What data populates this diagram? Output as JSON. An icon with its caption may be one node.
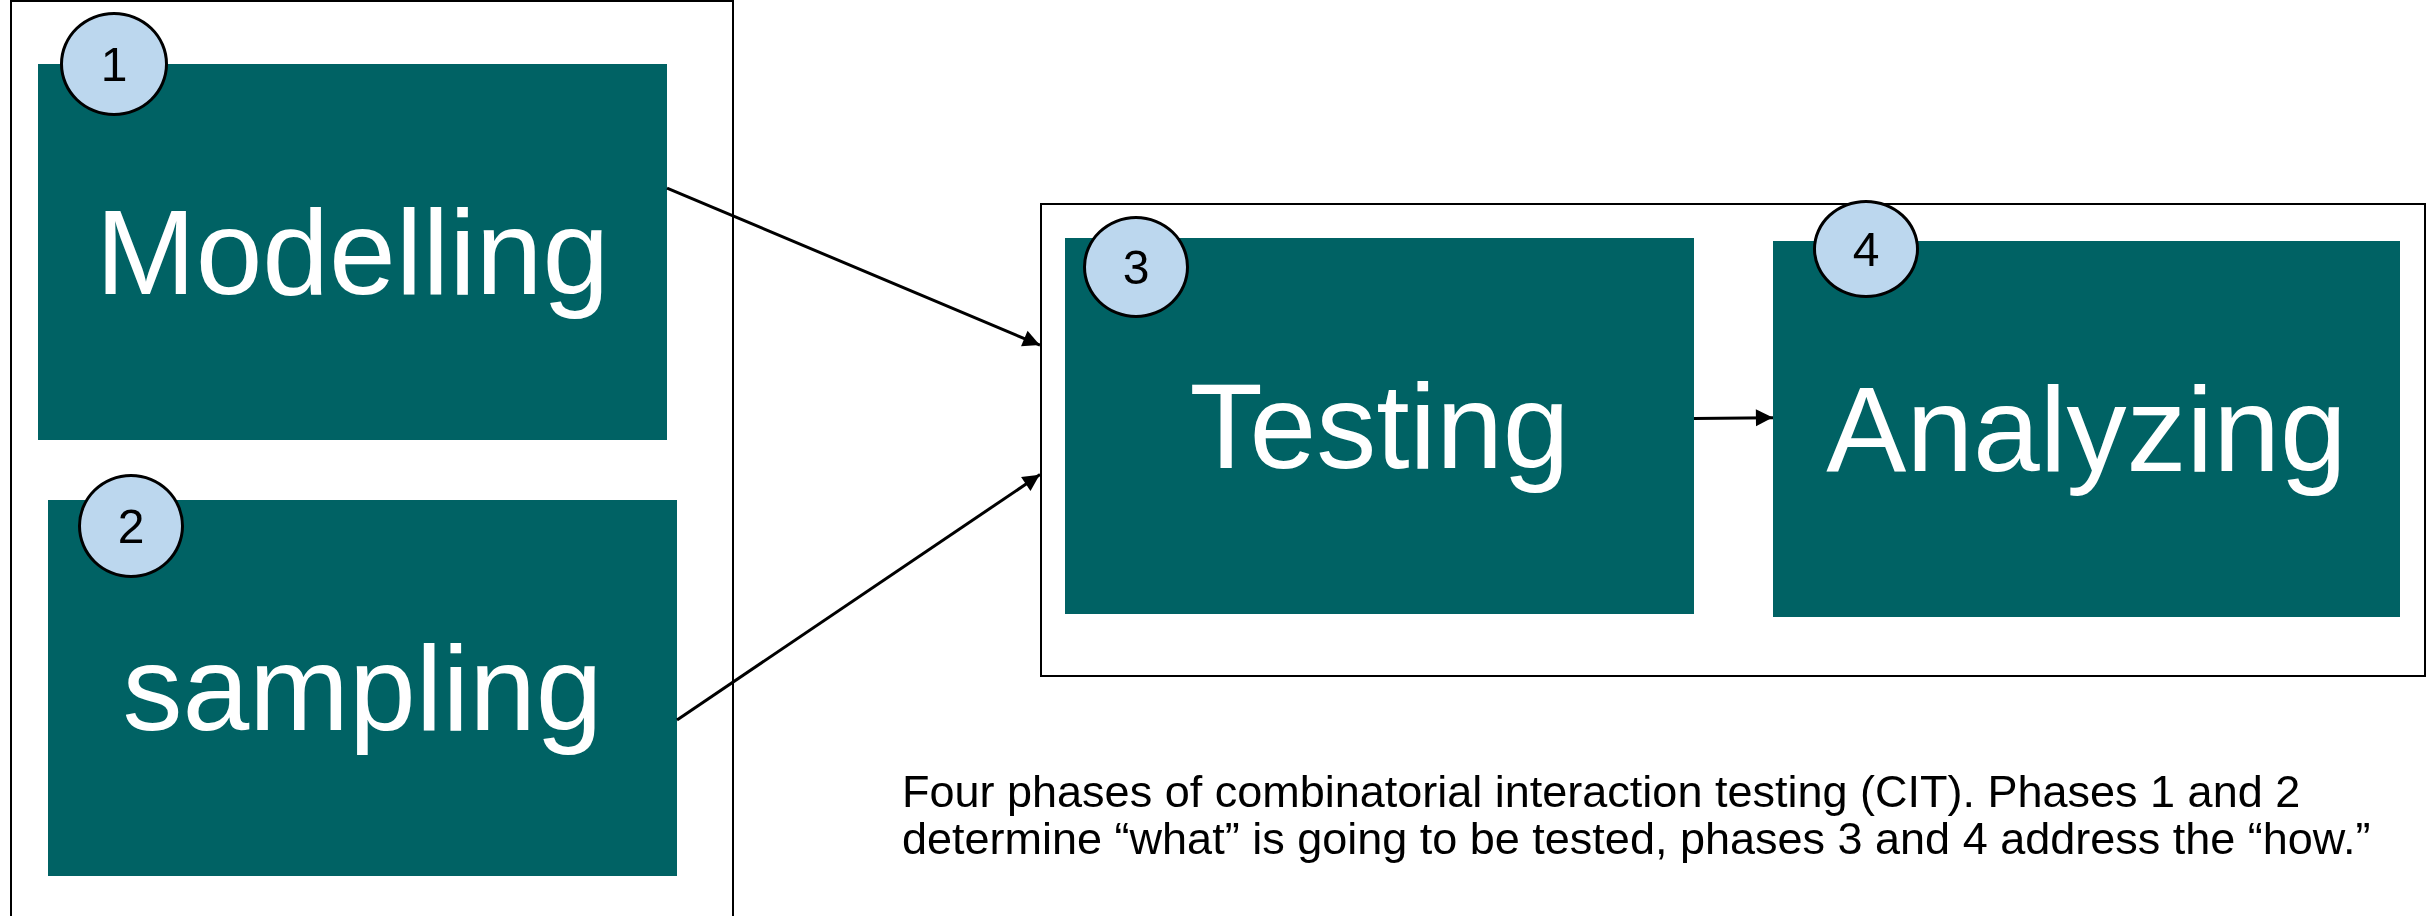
{
  "diagram": {
    "caption": "Four phases of combinatorial interaction testing (CIT). Phases 1 and 2 determine “what” is going to be tested, phases 3 and 4 address the “how.”",
    "nodes": [
      {
        "text": [],
        "shape": "box"
      },
      {
        "text": [
          "1"
        ],
        "in": 0
      },
      {
        "text": [
          "Modelling"
        ],
        "in": 0
      },
      {
        "text": [
          "2"
        ],
        "in": 0
      },
      {
        "text": [
          "sampling"
        ],
        "in": 0
      },
      {
        "text": [],
        "shape": "box"
      },
      {
        "text": [
          "3"
        ],
        "in": 5
      },
      {
        "text": [
          "Testing"
        ],
        "in": 5
      },
      {
        "text": [
          "4"
        ],
        "in": 5
      },
      {
        "text": [
          "Analyzing"
        ],
        "in": 5
      }
    ],
    "edges": [
      {
        "from": 2,
        "to": 5,
        "arrow": "to"
      },
      {
        "from": 4,
        "to": 5,
        "arrow": "to"
      },
      {
        "from": 7,
        "to": 9,
        "arrow": "to"
      }
    ]
  }
}
